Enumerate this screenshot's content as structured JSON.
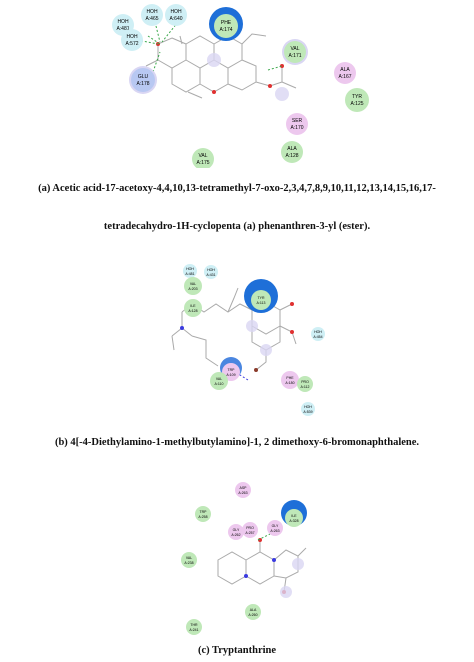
{
  "panels": [
    {
      "id": "a",
      "residues": [
        {
          "name": "HOH",
          "num": "A:481",
          "kind": "water"
        },
        {
          "name": "HOH",
          "num": "A:465",
          "kind": "water"
        },
        {
          "name": "HOH",
          "num": "A:640",
          "kind": "water"
        },
        {
          "name": "HOH",
          "num": "A:572",
          "kind": "water"
        },
        {
          "name": "PHE",
          "num": "A:174",
          "kind": "hydrophobic"
        },
        {
          "name": "VAL",
          "num": "A:171",
          "kind": "hydrophobic"
        },
        {
          "name": "GLU",
          "num": "A:178",
          "kind": "charged"
        },
        {
          "name": "ALA",
          "num": "A:167",
          "kind": "polar"
        },
        {
          "name": "TYR",
          "num": "A:125",
          "kind": "hydrophobic"
        },
        {
          "name": "SER",
          "num": "A:170",
          "kind": "polar"
        },
        {
          "name": "VAL",
          "num": "A:175",
          "kind": "hydrophobic"
        },
        {
          "name": "ALA",
          "num": "A:128",
          "kind": "hydrophobic"
        }
      ],
      "caption_line1": "(a)  Acetic acid-17-acetoxy-4,4,10,13-tetramethyl-7-oxo-2,3,4,7,8,9,10,11,12,13,14,15,16,17-",
      "caption_line2": "tetradecahydro-1H-cyclopenta (a) phenanthren-3-yl (ester)."
    },
    {
      "id": "b",
      "residues": [
        {
          "name": "HOH",
          "num": "A:481",
          "kind": "water"
        },
        {
          "name": "VAL",
          "num": "A:203",
          "kind": "hydrophobic"
        },
        {
          "name": "HOH",
          "num": "A:431",
          "kind": "water"
        },
        {
          "name": "ILE",
          "num": "A:128",
          "kind": "hydrophobic"
        },
        {
          "name": "TYR",
          "num": "A:113",
          "kind": "hydrophobic"
        },
        {
          "name": "HOH",
          "num": "A:454",
          "kind": "water"
        },
        {
          "name": "TRP",
          "num": "A:109",
          "kind": "polar"
        },
        {
          "name": "VAL",
          "num": "A:110",
          "kind": "hydrophobic"
        },
        {
          "name": "PHE",
          "num": "A:180",
          "kind": "polar"
        },
        {
          "name": "PRO",
          "num": "A:112",
          "kind": "hydrophobic"
        },
        {
          "name": "HOH",
          "num": "A:539",
          "kind": "water"
        }
      ],
      "caption": "(b)  4[-4-Diethylamino-1-methylbutylamino]-1, 2 dimethoxy-6-bromonaphthalene."
    },
    {
      "id": "c",
      "residues": [
        {
          "name": "ASP",
          "num": "A:263",
          "kind": "polar"
        },
        {
          "name": "TRP",
          "num": "A:258",
          "kind": "hydrophobic"
        },
        {
          "name": "ILE",
          "num": "A:328",
          "kind": "hydrophobic"
        },
        {
          "name": "GLY",
          "num": "A:262",
          "kind": "polar"
        },
        {
          "name": "PRO",
          "num": "A:257",
          "kind": "polar"
        },
        {
          "name": "GLY",
          "num": "A:263",
          "kind": "polar"
        },
        {
          "name": "VAL",
          "num": "A:238",
          "kind": "hydrophobic"
        },
        {
          "name": "ALA",
          "num": "A:260",
          "kind": "hydrophobic"
        },
        {
          "name": "THR",
          "num": "A:241",
          "kind": "hydrophobic"
        }
      ],
      "caption": "(c)  Tryptanthrine"
    }
  ],
  "colors": {
    "water": "#cfeff5",
    "hydrophobic": "#bfe8b8",
    "polar": "#edc8ee",
    "charged": "#b8c8f2",
    "halo": "#1e6fd8",
    "bond": "#aaaaaa",
    "oxygen": "#e03030",
    "nitrogen": "#3a3ae0",
    "hbond": "#3aa84a"
  },
  "icons": {
    "residue": "residue-disc",
    "hbond": "hydrogen-bond-dashed-line"
  }
}
